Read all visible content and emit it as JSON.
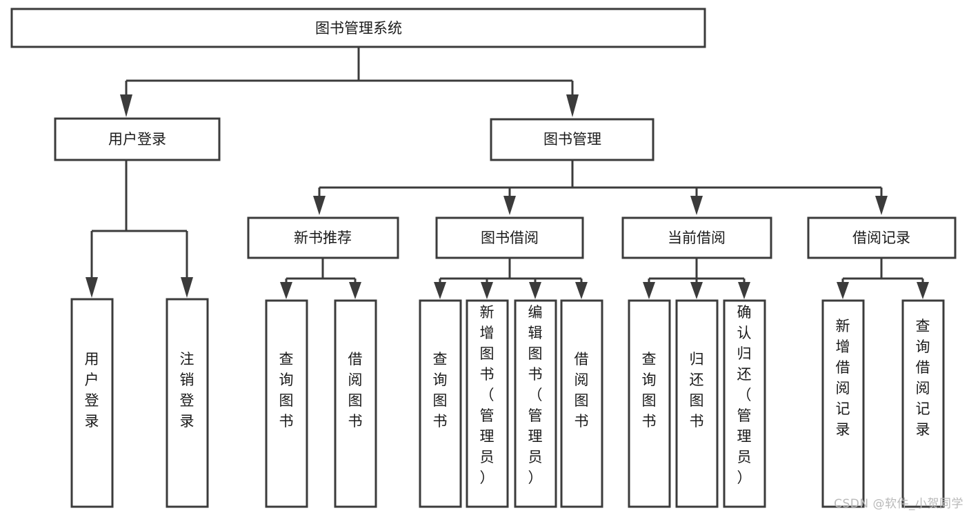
{
  "diagram": {
    "title": "图书管理系统",
    "type": "tree-hierarchy-diagram",
    "watermark": "CSDN @软件_小贺同学",
    "colors": {
      "box_stroke": "#3b3b3b",
      "box_fill": "#ffffff",
      "text": "#1a1a1a",
      "background": "#ffffff",
      "watermark": "#b9b9b9"
    },
    "levels": {
      "root": {
        "label": "图书管理系统"
      },
      "level2": [
        {
          "id": "user-login",
          "label": "用户登录"
        },
        {
          "id": "book-manage",
          "label": "图书管理"
        }
      ],
      "level3": [
        {
          "id": "new-book-rec",
          "label": "新书推荐",
          "parent": "book-manage"
        },
        {
          "id": "book-borrow",
          "label": "图书借阅",
          "parent": "book-manage"
        },
        {
          "id": "current-borrow",
          "label": "当前借阅",
          "parent": "book-manage"
        },
        {
          "id": "borrow-record",
          "label": "借阅记录",
          "parent": "book-manage"
        }
      ],
      "leaves": [
        {
          "id": "leaf-user-login",
          "label": "用户登录",
          "parent": "user-login"
        },
        {
          "id": "leaf-logout",
          "label": "注销登录",
          "parent": "user-login"
        },
        {
          "id": "leaf-query-book-1",
          "label": "查询图书",
          "parent": "new-book-rec"
        },
        {
          "id": "leaf-borrow-book-1",
          "label": "借阅图书",
          "parent": "new-book-rec"
        },
        {
          "id": "leaf-query-book-2",
          "label": "查询图书",
          "parent": "book-borrow"
        },
        {
          "id": "leaf-add-book",
          "label": "新增图书（管理员）",
          "parent": "book-borrow"
        },
        {
          "id": "leaf-edit-book",
          "label": "编辑图书（管理员）",
          "parent": "book-borrow"
        },
        {
          "id": "leaf-borrow-book-2",
          "label": "借阅图书",
          "parent": "book-borrow"
        },
        {
          "id": "leaf-query-book-3",
          "label": "查询图书",
          "parent": "current-borrow"
        },
        {
          "id": "leaf-return-book",
          "label": "归还图书",
          "parent": "current-borrow"
        },
        {
          "id": "leaf-confirm-return",
          "label": "确认归还（管理员）",
          "parent": "current-borrow"
        },
        {
          "id": "leaf-add-record",
          "label": "新增借阅记录",
          "parent": "borrow-record"
        },
        {
          "id": "leaf-query-record",
          "label": "查询借阅记录",
          "parent": "borrow-record"
        }
      ]
    }
  }
}
